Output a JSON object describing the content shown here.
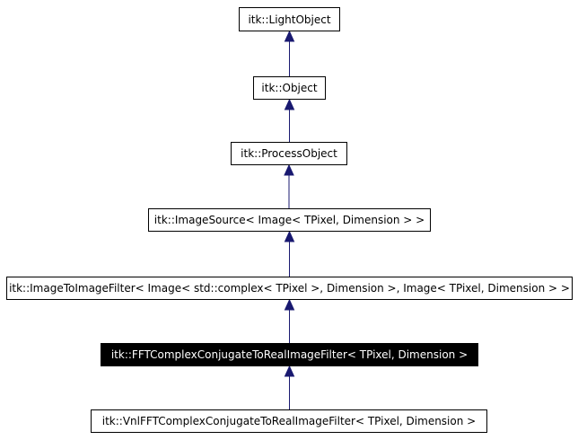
{
  "diagram": {
    "edge_color": "#191970",
    "current_fill": "#000000",
    "current_text": "#ffffff",
    "nodes": [
      {
        "id": "lightobject",
        "label": "itk::LightObject"
      },
      {
        "id": "object",
        "label": "itk::Object"
      },
      {
        "id": "processobject",
        "label": "itk::ProcessObject"
      },
      {
        "id": "imagesource",
        "label": "itk::ImageSource< Image< TPixel, Dimension > >"
      },
      {
        "id": "imagetoimagefilter",
        "label": "itk::ImageToImageFilter< Image< std::complex< TPixel >, Dimension >, Image< TPixel, Dimension > >"
      },
      {
        "id": "fftcomplexconjugate",
        "label": "itk::FFTComplexConjugateToRealImageFilter< TPixel, Dimension >"
      },
      {
        "id": "vnlfftcomplexconjugate",
        "label": "itk::VnlFFTComplexConjugateToRealImageFilter< TPixel, Dimension >"
      }
    ],
    "edges": [
      {
        "from": "object",
        "to": "lightobject"
      },
      {
        "from": "processobject",
        "to": "object"
      },
      {
        "from": "imagesource",
        "to": "processobject"
      },
      {
        "from": "imagetoimagefilter",
        "to": "imagesource"
      },
      {
        "from": "fftcomplexconjugate",
        "to": "imagetoimagefilter"
      },
      {
        "from": "vnlfftcomplexconjugate",
        "to": "fftcomplexconjugate"
      }
    ]
  }
}
